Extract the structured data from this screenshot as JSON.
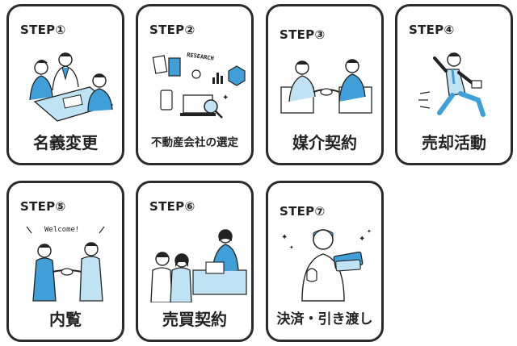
{
  "steps": [
    {
      "label": "STEP①",
      "title": "名義変更"
    },
    {
      "label": "STEP②",
      "title": "不動産会社の選定",
      "illustration_text": "RESEARCH"
    },
    {
      "label": "STEP③",
      "title": "媒介契約"
    },
    {
      "label": "STEP④",
      "title": "売却活動"
    },
    {
      "label": "STEP⑤",
      "title": "内覧",
      "illustration_text": "Welcome!"
    },
    {
      "label": "STEP⑥",
      "title": "売買契約"
    },
    {
      "label": "STEP⑦",
      "title": "決済・引き渡し"
    }
  ],
  "colors": {
    "border": "#2b2b2b",
    "accent": "#3f9fd8",
    "accent_light": "#bfe3f5",
    "line": "#222222"
  }
}
